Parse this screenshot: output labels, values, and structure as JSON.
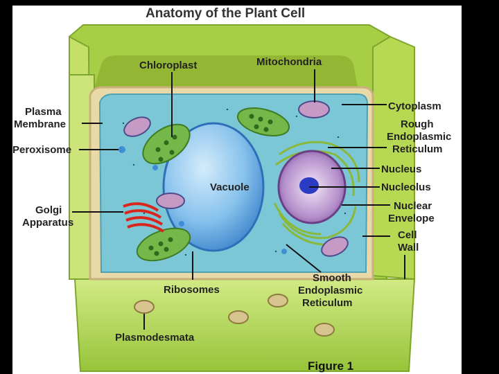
{
  "title": "Anatomy of the Plant Cell",
  "figure_caption": "Figure 1",
  "labels": {
    "chloroplast": "Chloroplast",
    "mitochondria": "Mitochondria",
    "plasma_membrane": [
      "Plasma",
      "Membrane"
    ],
    "cytoplasm": "Cytoplasm",
    "rough_er": [
      "Rough",
      "Endoplasmic",
      "Reticulum"
    ],
    "peroxisome": "Peroxisome",
    "nucleus": "Nucleus",
    "vacuole": "Vacuole",
    "nucleolus": "Nucleolus",
    "golgi": [
      "Golgi",
      "Apparatus"
    ],
    "nuclear_envelope": [
      "Nuclear",
      "Envelope"
    ],
    "cell_wall": [
      "Cell",
      "Wall"
    ],
    "ribosomes": "Ribosomes",
    "smooth_er": [
      "Smooth",
      "Endoplasmic",
      "Reticulum"
    ],
    "plasmodesmata": "Plasmodesmata"
  },
  "colors": {
    "cell_wall": "#b5d94f",
    "cytoplasm": "#7cc7d6",
    "vacuole": "#5fa8e0",
    "nucleus": "#9b6bb5",
    "chloroplast": "#5a9a3a",
    "golgi": "#d9261c"
  }
}
